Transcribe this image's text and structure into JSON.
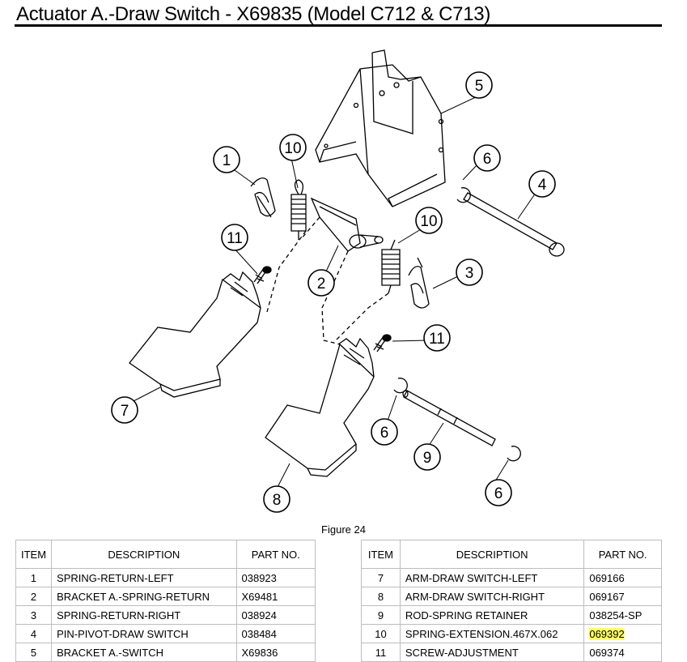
{
  "title": "Actuator A.-Draw Switch - X69835 (Model C712 & C713)",
  "figure": {
    "caption": "Figure 24",
    "callouts": [
      "1",
      "2",
      "3",
      "4",
      "5",
      "6",
      "7",
      "8",
      "9",
      "10",
      "11"
    ]
  },
  "table": {
    "headers": {
      "item": "ITEM",
      "description": "DESCRIPTION",
      "part_no": "PART NO."
    },
    "left_rows": [
      {
        "item": "1",
        "description": "SPRING-RETURN-LEFT",
        "part_no": "038923"
      },
      {
        "item": "2",
        "description": "BRACKET A.-SPRING-RETURN",
        "part_no": "X69481"
      },
      {
        "item": "3",
        "description": "SPRING-RETURN-RIGHT",
        "part_no": "038924"
      },
      {
        "item": "4",
        "description": "PIN-PIVOT-DRAW SWITCH",
        "part_no": "038484"
      },
      {
        "item": "5",
        "description": "BRACKET A.-SWITCH",
        "part_no": "X69836"
      }
    ],
    "right_rows": [
      {
        "item": "7",
        "description": "ARM-DRAW SWITCH-LEFT",
        "part_no": "069166"
      },
      {
        "item": "8",
        "description": "ARM-DRAW SWITCH-RIGHT",
        "part_no": "069167"
      },
      {
        "item": "9",
        "description": "ROD-SPRING RETAINER",
        "part_no": "038254-SP"
      },
      {
        "item": "10",
        "description": "SPRING-EXTENSION.467X.062",
        "part_no": "069392",
        "highlight": true
      },
      {
        "item": "11",
        "description": "SCREW-ADJUSTMENT",
        "part_no": "069374"
      }
    ]
  },
  "colors": {
    "highlight": "#ffff66",
    "grid": "#bdbdbd"
  }
}
